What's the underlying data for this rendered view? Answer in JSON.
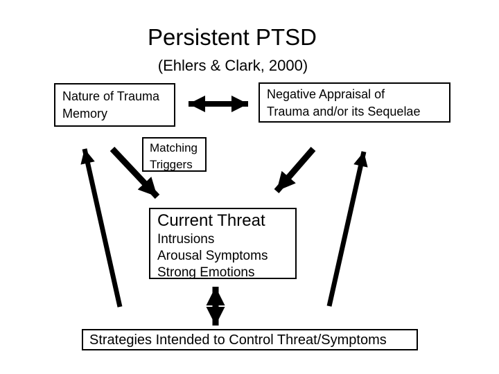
{
  "slide": {
    "title": "Persistent PTSD",
    "subtitle": "(Ehlers & Clark, 2000)",
    "boxes": {
      "trauma_memory": {
        "lines": [
          "Nature of Trauma",
          "Memory"
        ]
      },
      "negative_appraisal": {
        "lines": [
          "Negative Appraisal of",
          "Trauma and/or its Sequelae"
        ]
      },
      "matching_triggers": {
        "lines": [
          "Matching",
          "Triggers"
        ]
      },
      "current_threat": {
        "heading": "Current Threat",
        "lines": [
          "Intrusions",
          "Arousal Symptoms",
          "Strong Emotions"
        ]
      },
      "strategies": {
        "label": "Strategies Intended to Control Threat/Symptoms"
      }
    },
    "arrows": [
      {
        "name": "arrow-memory-appraisal-bidirectional",
        "type": "double-headed-horizontal",
        "from": "trauma_memory",
        "to": "negative_appraisal"
      },
      {
        "name": "arrow-memory-to-current-threat",
        "type": "single-headed-diagonal-down-right",
        "from": "trauma_memory",
        "to": "current_threat"
      },
      {
        "name": "arrow-appraisal-to-current-threat",
        "type": "single-headed-diagonal-down-left",
        "from": "negative_appraisal",
        "to": "current_threat"
      },
      {
        "name": "arrow-strategies-to-trauma-memory",
        "type": "single-headed-up",
        "from": "strategies",
        "to": "trauma_memory"
      },
      {
        "name": "arrow-strategies-to-negative-appraisal",
        "type": "single-headed-up",
        "from": "strategies",
        "to": "negative_appraisal"
      },
      {
        "name": "arrow-current-threat-strategies-bidirectional",
        "type": "double-headed-vertical",
        "from": "current_threat",
        "to": "strategies"
      }
    ],
    "colors": {
      "background": "#ffffff",
      "foreground": "#000000"
    }
  }
}
